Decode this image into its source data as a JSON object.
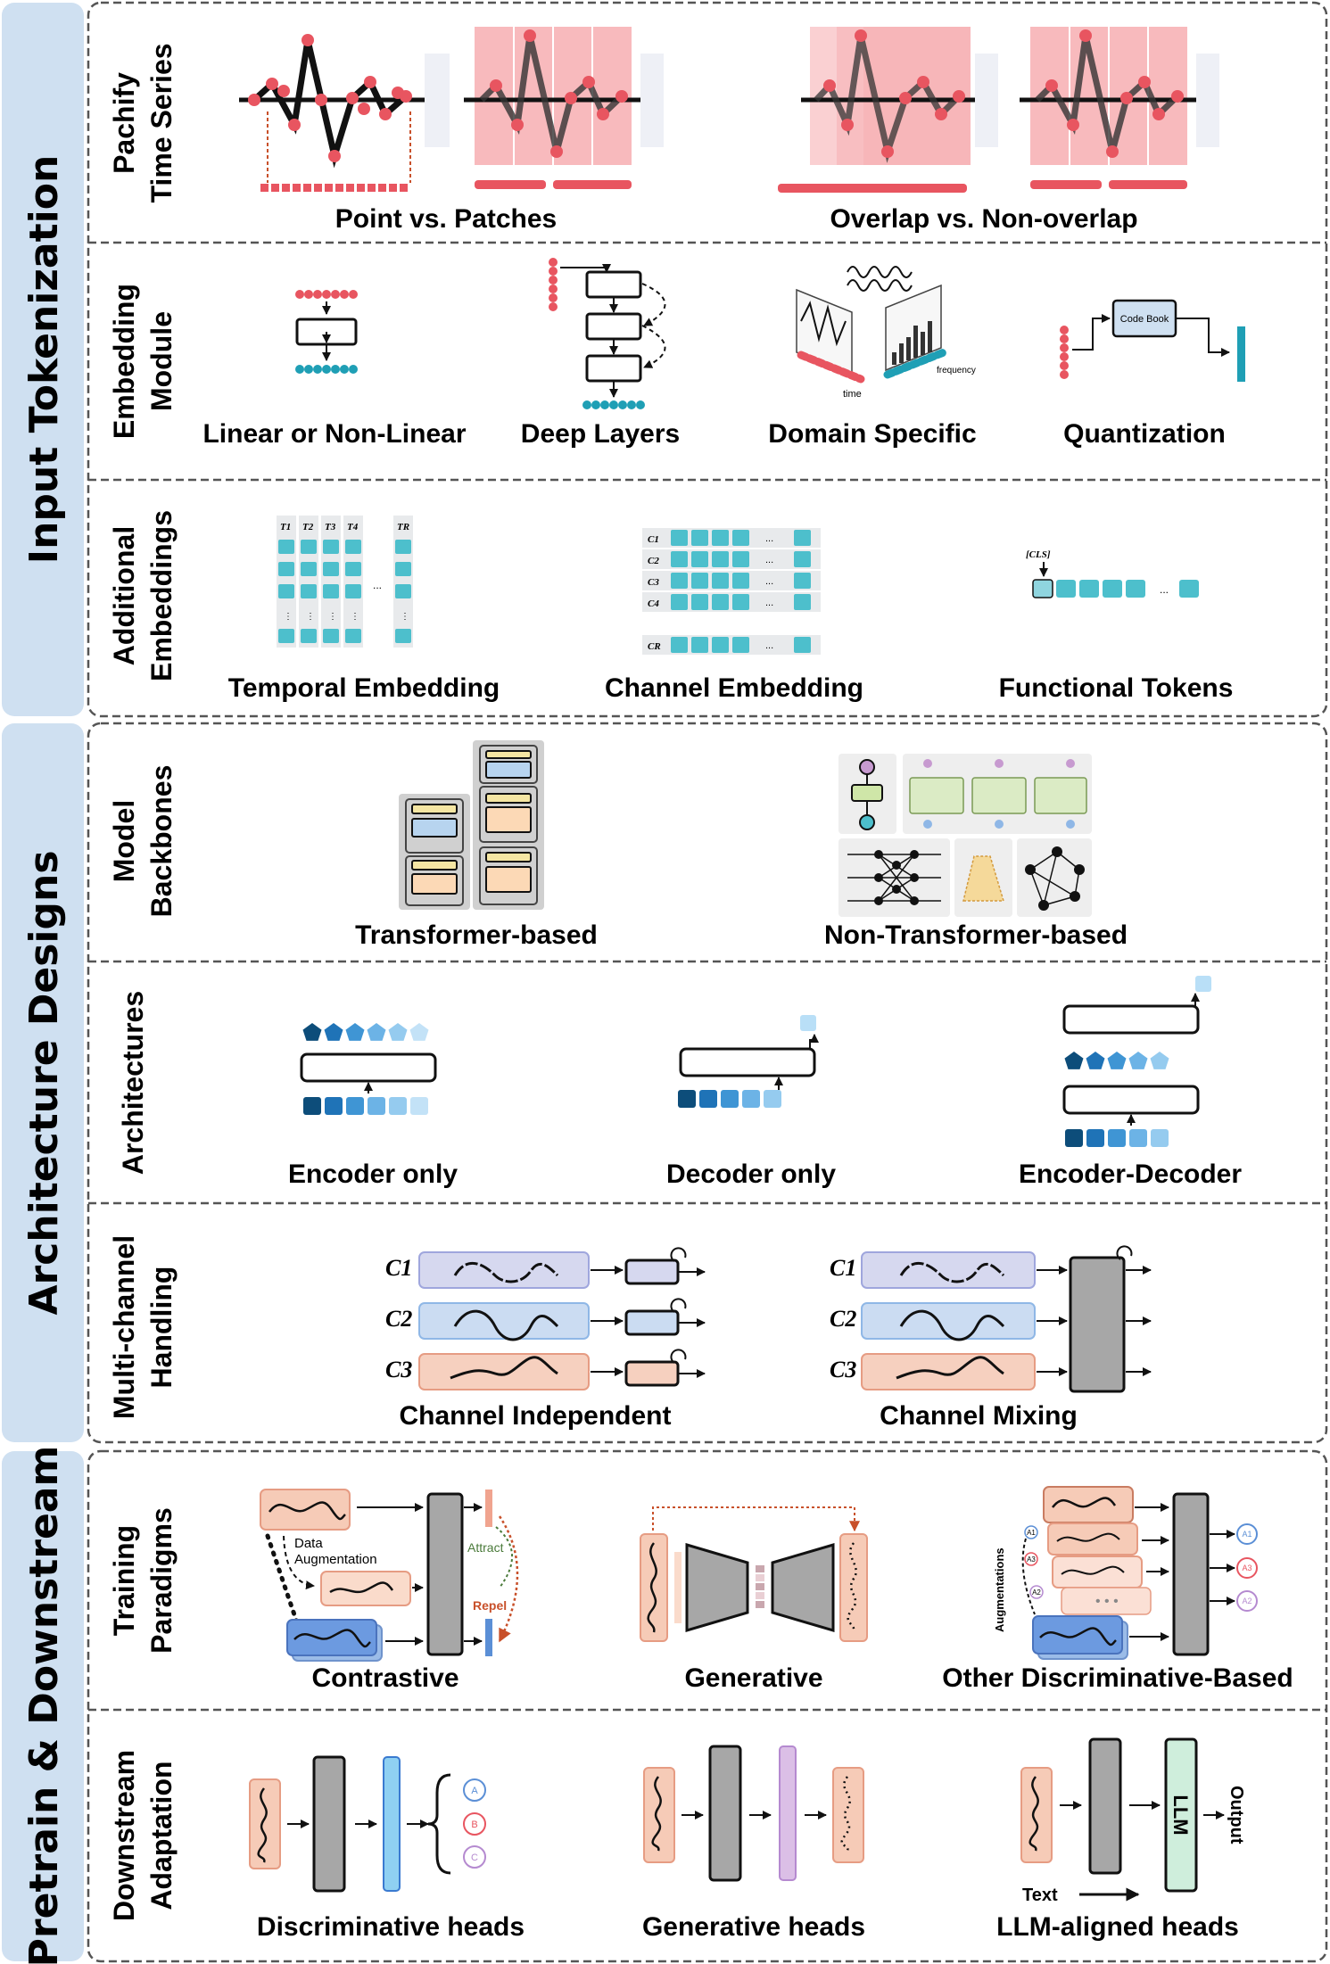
{
  "sections": [
    {
      "title": "Input Tokenization"
    },
    {
      "title": "Architecture Designs"
    },
    {
      "title": "Pretrain & Downstream"
    }
  ],
  "rows": {
    "patchify": {
      "label_lines": [
        "Pachify",
        "Time Series"
      ],
      "captions": [
        "Point vs. Patches",
        "Overlap vs. Non-overlap"
      ]
    },
    "embedding": {
      "label_lines": [
        "Embedding",
        "Module"
      ],
      "captions": [
        "Linear or Non-Linear",
        "Deep Layers",
        "Domain Specific",
        "Quantization"
      ],
      "codebook": "Code Book",
      "axis_time": "time",
      "axis_freq": "frequency"
    },
    "additional": {
      "label_lines": [
        "Additional",
        "Embeddings"
      ],
      "captions": [
        "Temporal Embedding",
        "Channel Embedding",
        "Functional Tokens"
      ],
      "temporal_headers": [
        "T1",
        "T2",
        "T3",
        "T4",
        "TR"
      ],
      "channel_headers": [
        "C1",
        "C2",
        "C3",
        "C4",
        "CR"
      ],
      "cls": "[CLS]",
      "ellipsis": "..."
    },
    "backbones": {
      "label_lines": [
        "Model",
        "Backbones"
      ],
      "captions": [
        "Transformer-based",
        "Non-Transformer-based"
      ]
    },
    "architectures": {
      "label_lines": [
        "Architectures"
      ],
      "captions": [
        "Encoder only",
        "Decoder only",
        "Encoder-Decoder"
      ]
    },
    "multichannel": {
      "label_lines": [
        "Multi-channel",
        "Handling"
      ],
      "captions": [
        "Channel Independent",
        "Channel Mixing"
      ],
      "channels": [
        "C1",
        "C2",
        "C3"
      ]
    },
    "training": {
      "label_lines": [
        "Training",
        "Paradigms"
      ],
      "captions": [
        "Contrastive",
        "Generative",
        "Other Discriminative-Based"
      ],
      "data_aug": [
        "Data",
        "Augmentation"
      ],
      "attract": "Attract",
      "repel": "Repel",
      "augmentations": "Augmentations",
      "tags": [
        "A1",
        "A2",
        "A3"
      ]
    },
    "downstream": {
      "label_lines": [
        "Downstream",
        "Adaptation"
      ],
      "captions": [
        "Discriminative heads",
        "Generative heads",
        "LLM-aligned heads"
      ],
      "classes": [
        "A",
        "B",
        "C"
      ],
      "llm": "LLM",
      "output": "Output",
      "text": "Text"
    }
  },
  "colors": {
    "section_fill": "#cfe0f1",
    "red": "#e85560",
    "teal": "#1f9fb5",
    "salmon": "#f2c4b0",
    "gray": "#a7a7a7",
    "blue": "#8fb7e6"
  }
}
